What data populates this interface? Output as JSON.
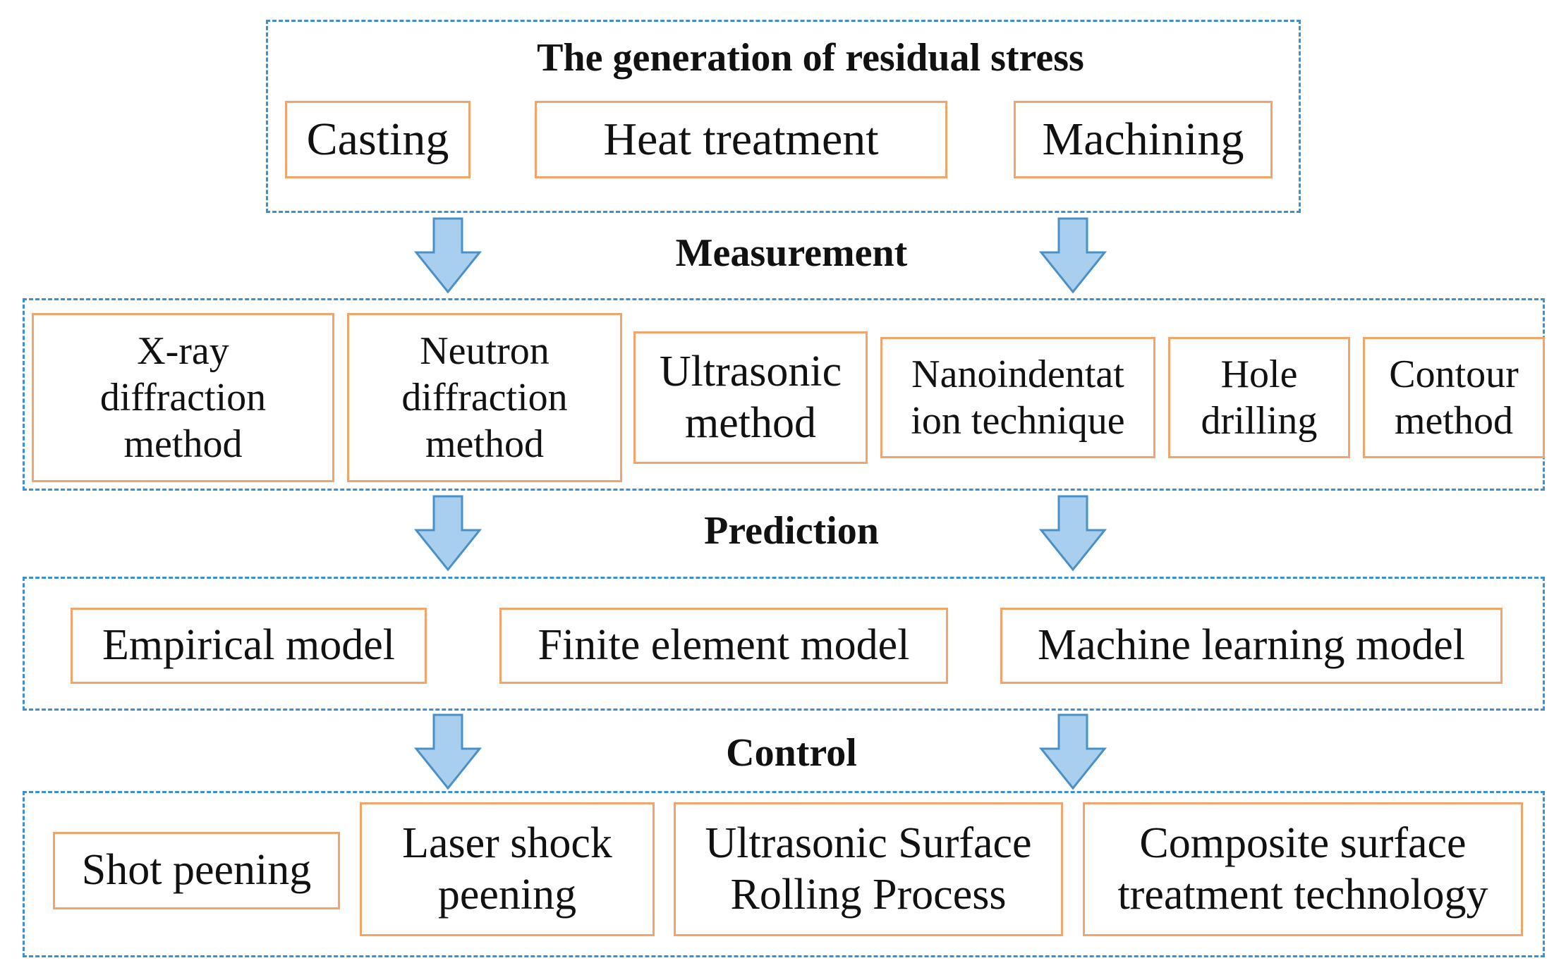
{
  "generation": {
    "title": "The generation of residual stress",
    "items": [
      "Casting",
      "Heat treatment",
      "Machining"
    ]
  },
  "measurement": {
    "title": "Measurement",
    "items": [
      [
        "X-ray",
        "diffraction",
        "method"
      ],
      [
        "Neutron",
        "diffraction",
        "method"
      ],
      [
        "Ultrasonic",
        "method"
      ],
      [
        "Nanoindentat",
        "ion technique"
      ],
      [
        "Hole",
        "drilling"
      ],
      [
        "Contour",
        "method"
      ]
    ]
  },
  "prediction": {
    "title": "Prediction",
    "items": [
      "Empirical model",
      "Finite element model",
      "Machine learning model"
    ]
  },
  "control": {
    "title": "Control",
    "items": [
      [
        "Shot peening"
      ],
      [
        "Laser shock",
        "peening"
      ],
      [
        "Ultrasonic Surface",
        "Rolling Process"
      ],
      [
        "Composite surface",
        "treatment technology"
      ]
    ]
  },
  "colors": {
    "group_border": "#3d8fd1",
    "box_border": "#f2a46c",
    "arrow_fill": "#a9cfee",
    "arrow_stroke": "#4a90c8"
  }
}
